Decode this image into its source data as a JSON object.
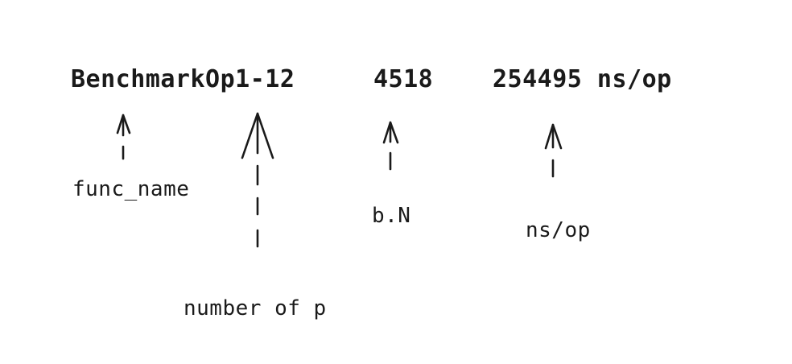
{
  "benchmark_line": {
    "func_name": "BenchmarkOp1-12",
    "iterations": "4518",
    "ns_per_op": "254495 ns/op"
  },
  "callouts": {
    "func_name": "func_name",
    "number_of_p": "number of p",
    "b_n": "b.N",
    "ns_op": "ns/op"
  }
}
